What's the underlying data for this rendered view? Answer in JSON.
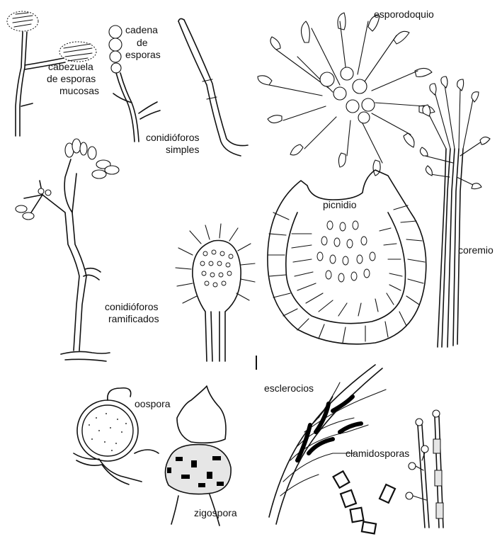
{
  "labels": {
    "cabezuela": [
      "cabezuela",
      "de esporas",
      "mucosas"
    ],
    "cadena": [
      "cadena",
      "de",
      "esporas"
    ],
    "simples": [
      "conidióforos",
      "simples"
    ],
    "esporodoquio": "esporodoquio",
    "coremio": "coremio",
    "picnidio": "picnidio",
    "ramificados": [
      "conidióforos",
      "ramificados"
    ],
    "oospora": "oospora",
    "zigospora": "zigospora",
    "esclerocios": "esclerocios",
    "clamidosporas": "clamidosporas"
  }
}
